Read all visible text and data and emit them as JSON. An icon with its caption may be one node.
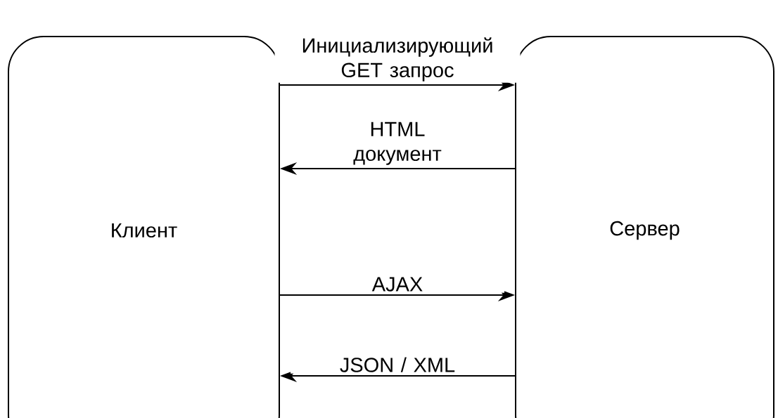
{
  "diagram": {
    "nodes": [
      {
        "text": [
          "Клиент"
        ]
      },
      {
        "text": [
          "Сервер"
        ]
      }
    ],
    "edges": [
      {
        "from": 0,
        "to": 1,
        "arrow": "to",
        "label": "Инициализирующий GET запрос"
      },
      {
        "from": 1,
        "to": 0,
        "arrow": "to",
        "label": "HTML документ"
      },
      {
        "from": 0,
        "to": 1,
        "arrow": "to",
        "label": "AJAX"
      },
      {
        "from": 1,
        "to": 0,
        "arrow": "to",
        "label": "JSON / XML"
      }
    ]
  }
}
